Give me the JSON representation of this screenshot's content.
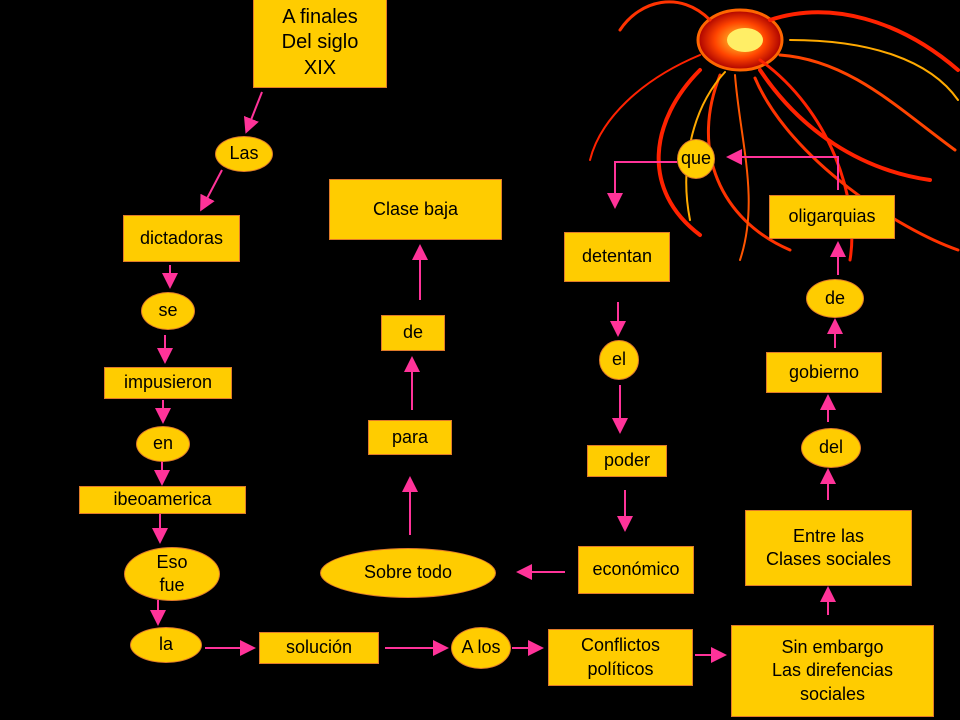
{
  "nodes": {
    "a_finales": "A finales\nDel siglo\nXIX",
    "las": "Las",
    "dictadoras": "dictadoras",
    "se": "se",
    "impusieron": "impusieron",
    "en": "en",
    "ibeoamerica": "ibeoamerica",
    "eso_fue": "Eso\nfue",
    "la": "la",
    "solucion": "solución",
    "a_los": "A los",
    "conflictos": "Conflictos\npolíticos",
    "sin_embargo": "Sin embargo\nLas direfencias\nsociales",
    "entre_las": "Entre las\nClases sociales",
    "del": "del",
    "gobierno": "gobierno",
    "de_right": "de",
    "oligarquias": "oligarquias",
    "que": "que",
    "detentan": "detentan",
    "el": "el",
    "poder": "poder",
    "economico": "económico",
    "sobre_todo": "Sobre todo",
    "para": "para",
    "de_mid": "de",
    "clase_baja": "Clase baja"
  },
  "colors": {
    "background": "#000000",
    "node_fill": "#ffcc00",
    "node_border": "#e07a2a",
    "arrow": "#ff3399",
    "decoration": "#ff2200"
  },
  "icons": {
    "decoration": "red-swirl-ornament"
  }
}
